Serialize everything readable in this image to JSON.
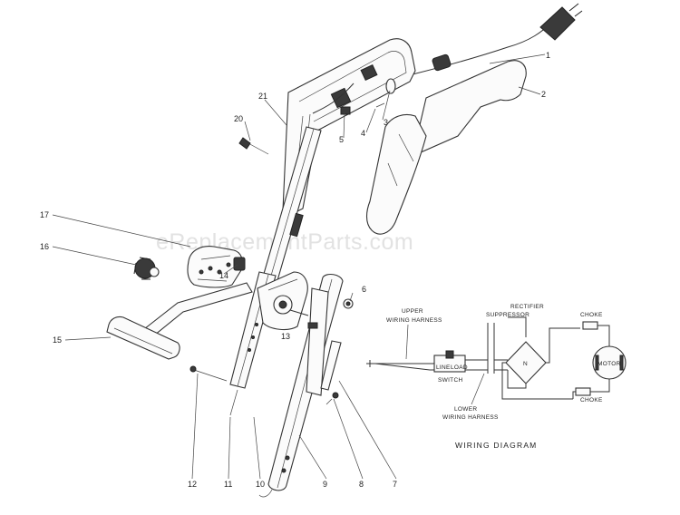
{
  "watermark": "eReplacementParts.com",
  "part_numbers": [
    "1",
    "2",
    "3",
    "4",
    "5",
    "6",
    "7",
    "8",
    "9",
    "10",
    "11",
    "12",
    "13",
    "14",
    "15",
    "16",
    "17",
    "20",
    "21"
  ],
  "wiring": {
    "title": "WIRING DIAGRAM",
    "upper_harness_1": "UPPER",
    "upper_harness_2": "WIRING HARNESS",
    "suppressor": "SUPPRESSOR",
    "rectifier": "RECTIFIER",
    "choke_top": "CHOKE",
    "choke_bottom": "CHOKE",
    "motor": "MOTOR",
    "switch": "SWITCH",
    "line": "LINE",
    "load": "LOAD",
    "lower_harness_1": "LOWER",
    "lower_harness_2": "WIRING HARNESS",
    "n": "N"
  }
}
